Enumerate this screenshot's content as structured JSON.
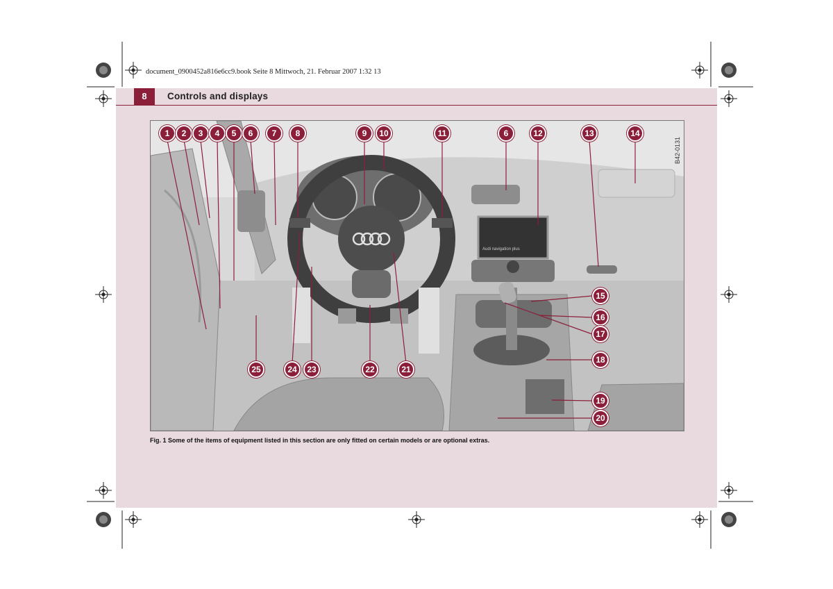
{
  "print_info": {
    "file_line": "document_0900452a816e6cc9.book  Seite 8  Mittwoch, 21. Februar 2007  1:32 13"
  },
  "page": {
    "number": "8",
    "section_title": "Controls and displays"
  },
  "figure": {
    "code": "B42-0131",
    "screen_text": "Audi navigation plus",
    "caption": "Fig. 1   Some of the items of equipment listed in this section are only fitted on certain models or are optional extras.",
    "callouts_top": [
      "1",
      "2",
      "3",
      "4",
      "5",
      "6",
      "7",
      "8",
      "9",
      "10",
      "11",
      "6",
      "12",
      "13",
      "14"
    ],
    "callouts_right": [
      "15",
      "16",
      "17",
      "18",
      "19",
      "20"
    ],
    "callouts_bottom": [
      "25",
      "24",
      "23",
      "22",
      "21"
    ]
  },
  "colors": {
    "accent": "#8b1f3a",
    "page_background": "#e8dade",
    "figure_background": "#d9d9d9"
  }
}
